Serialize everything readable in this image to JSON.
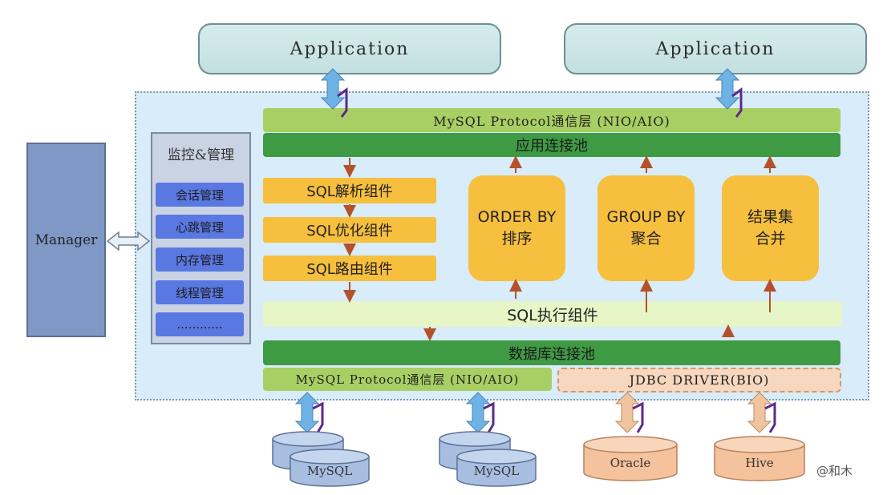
{
  "applications": [
    "Application",
    "Application"
  ],
  "proxy": {
    "protocol_top": "MySQL Protocol通信层 (NIO/AIO)",
    "app_pool": "应用连接池",
    "components": [
      "SQL解析组件",
      "SQL优化组件",
      "SQL路由组件"
    ],
    "order_by": {
      "line1": "ORDER BY",
      "line2": "排序"
    },
    "group_by": {
      "line1": "GROUP BY",
      "line2": "聚合"
    },
    "merge": {
      "line1": "结果集",
      "line2": "合并"
    },
    "executor": "SQL执行组件",
    "db_pool": "数据库连接池",
    "protocol_bottom": "MySQL Protocol通信层 (NIO/AIO)",
    "jdbc": "JDBC DRIVER(BIO)"
  },
  "monitor": {
    "title": "监控&管理",
    "items": [
      "会话管理",
      "心跳管理",
      "内存管理",
      "线程管理",
      "............"
    ]
  },
  "manager": "Manager",
  "databases": [
    "MySQL",
    "MySQL",
    "Oracle",
    "Hive"
  ],
  "watermark": "@和木",
  "colors": {
    "app_box": "#c8e3e4",
    "proxy_background": "#d8ecfa",
    "protocol_bar": "#a8cf63",
    "pool_bar": "#3f9a44",
    "component": "#f6bf3d",
    "executor_bar": "#e6f6c6",
    "jdbc_bar": "#f7d7bd",
    "monitor_item": "#5a78e2",
    "manager_box": "#7f98c6",
    "mysql_db": "#a7bee0",
    "other_db": "#f4c29d",
    "arrow_down_up": "#b4512a"
  }
}
